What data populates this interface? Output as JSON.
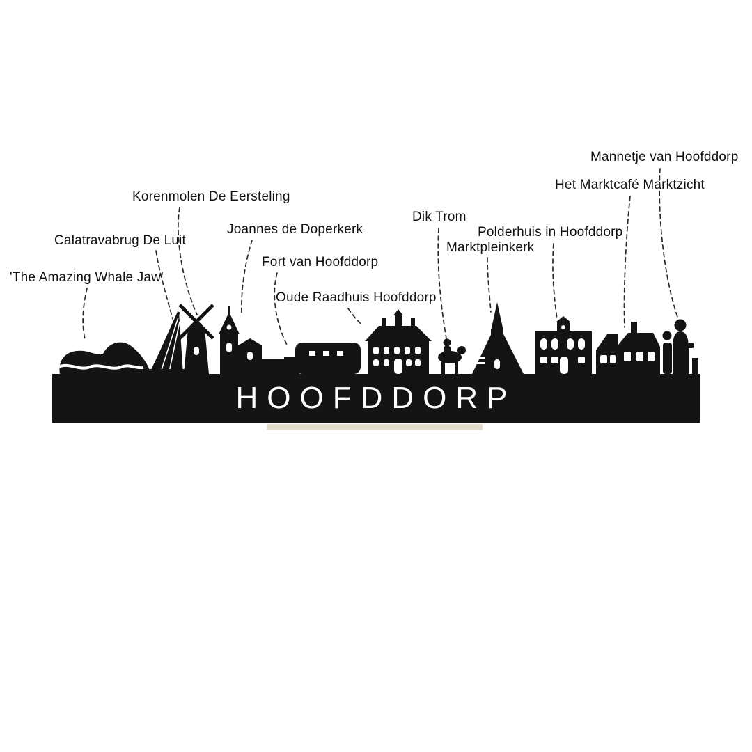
{
  "artwork": {
    "title": "HOOFDDORP",
    "type": "skyline-silhouette-annotated",
    "colors": {
      "silhouette": "#141414",
      "background": "#ffffff",
      "stand": "#e2dccd",
      "label_text": "#111111",
      "leader": "#2a2a2a"
    }
  },
  "labels": [
    {
      "id": "whale-jaw",
      "text": "'The Amazing Whale Jaw'"
    },
    {
      "id": "calatravabrug",
      "text": "Calatravabrug De Luit"
    },
    {
      "id": "korenmolen",
      "text": "Korenmolen De Eersteling"
    },
    {
      "id": "joannes",
      "text": "Joannes de Doperkerk"
    },
    {
      "id": "fort",
      "text": "Fort van Hoofddorp"
    },
    {
      "id": "oude-raadhuis",
      "text": "Oude Raadhuis Hoofddorp"
    },
    {
      "id": "dik-trom",
      "text": "Dik Trom"
    },
    {
      "id": "marktpleinkerk",
      "text": "Marktpleinkerk"
    },
    {
      "id": "polderhuis",
      "text": "Polderhuis in Hoofddorp"
    },
    {
      "id": "marktcafe",
      "text": "Het Marktcafé Marktzicht"
    },
    {
      "id": "mannetje",
      "text": "Mannetje van Hoofddorp"
    }
  ]
}
